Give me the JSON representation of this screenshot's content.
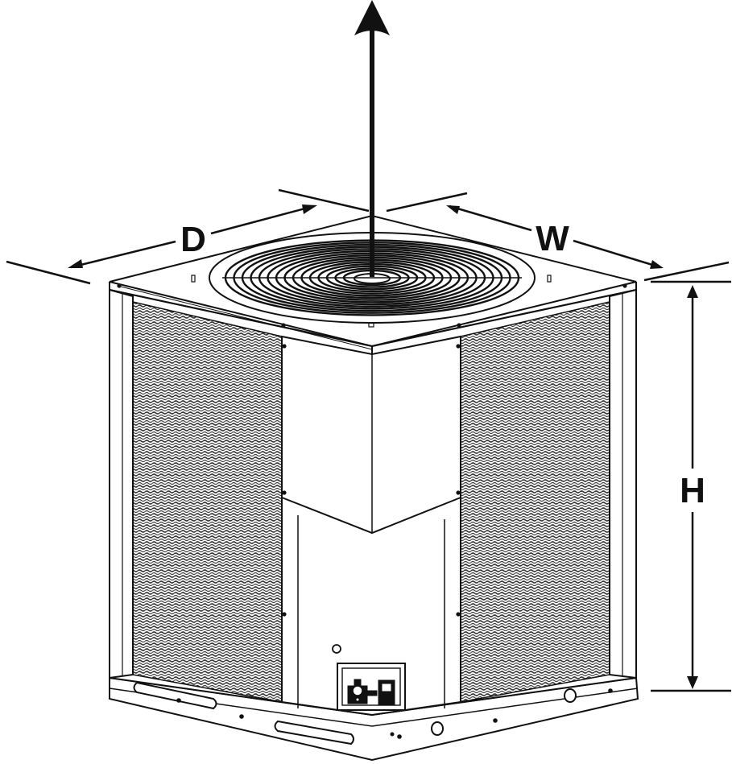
{
  "labels": {
    "depth": "D",
    "width": "W",
    "height": "H"
  },
  "colors": {
    "ink": "#111111",
    "background": "#ffffff",
    "coil": "#4a4a4a"
  },
  "icons": {
    "airflow": "airflow-arrow-icon",
    "fan": "fan-grille-icon",
    "service_valves": "service-valve-icon"
  }
}
